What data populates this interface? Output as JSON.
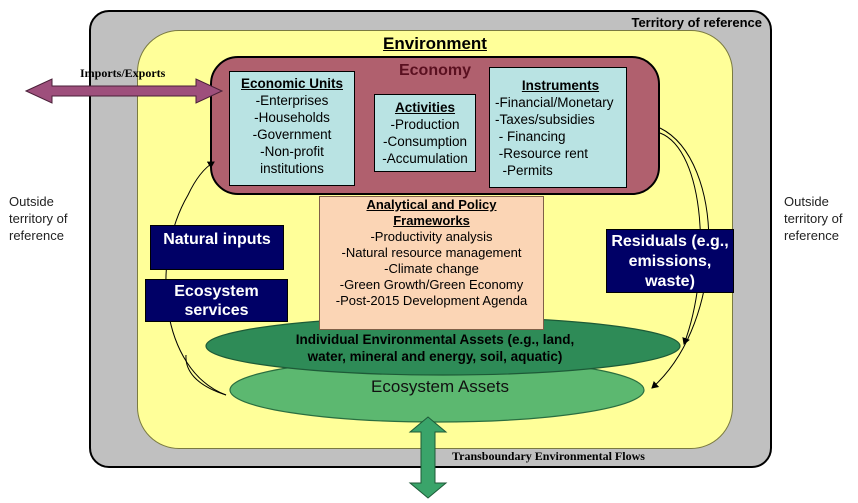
{
  "territory": {
    "label": "Territory of reference"
  },
  "environment": {
    "label": "Environment"
  },
  "economy": {
    "label": "Economy",
    "economic_units": {
      "title": "Economic Units",
      "items": [
        "-Enterprises",
        "-Households",
        "-Government",
        "-Non-profit",
        "institutions"
      ]
    },
    "activities": {
      "title": "Activities",
      "items": [
        "-Production",
        "-Consumption",
        "-Accumulation"
      ]
    },
    "instruments": {
      "title": "Instruments",
      "items": [
        "-Financial/Monetary",
        "-Taxes/subsidies",
        " - Financing",
        " -Resource rent",
        "  -Permits"
      ]
    }
  },
  "frameworks": {
    "title_line1": "Analytical and Policy",
    "title_line2": "Frameworks",
    "items": [
      "-Productivity analysis",
      "-Natural resource management",
      "-Climate change",
      "-Green Growth/Green Economy",
      "-Post-2015 Development Agenda"
    ]
  },
  "flows": {
    "natural_inputs": "Natural inputs",
    "ecosystem_services_line1": "Ecosystem",
    "ecosystem_services_line2": "services",
    "residuals_line1": "Residuals (e.g.,",
    "residuals_line2": "emissions,",
    "residuals_line3": "waste)",
    "imports_exports": "Imports/Exports",
    "transboundary": "Transboundary Environmental Flows"
  },
  "assets": {
    "individual_line1": "Individual Environmental Assets (e.g., land,",
    "individual_line2": "water, mineral and energy, soil, aquatic)",
    "ecosystem": "Ecosystem Assets"
  },
  "outside_left": [
    "Outside",
    "territory of",
    "reference"
  ],
  "outside_right": [
    "Outside",
    "territory of",
    "reference"
  ],
  "colors": {
    "territory": "#c0c0c0",
    "environment": "#ffff99",
    "economy": "#b0606e",
    "inner_box": "#b9e3e3",
    "frameworks": "#fbd5b5",
    "navy": "#000066",
    "individual_assets": "#2e8b57",
    "ecosystem_assets": "#5cb870",
    "arrow_purple": "#9e4f7c",
    "arrow_green": "#3aa46a"
  }
}
